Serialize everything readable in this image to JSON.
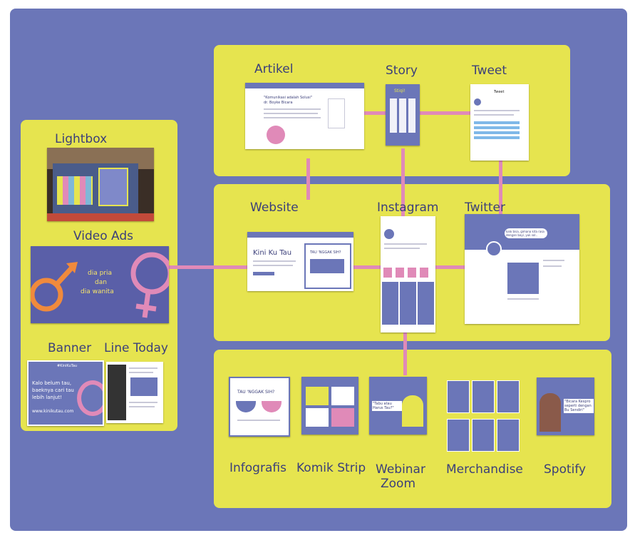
{
  "labels": {
    "artikel": "Artikel",
    "story": "Story",
    "tweet": "Tweet",
    "lightbox": "Lightbox",
    "video_ads": "Video Ads",
    "website": "Website",
    "instagram": "Instagram",
    "twitter": "Twitter",
    "banner": "Banner",
    "line_today": "Line Today",
    "infografis": "Infografis",
    "komik_strip": "Komik Strip",
    "webinar_zoom_1": "Webinar",
    "webinar_zoom_2": "Zoom",
    "merchandise": "Merchandise",
    "spotify": "Spotify"
  },
  "video_ads": {
    "line1": "dia pria",
    "line2": "dan",
    "line3": "dia wanita"
  },
  "banner": {
    "hashtag": "#KiniKuTau",
    "text1": "Kalo belum tau,",
    "text2": "baeknya cari tau",
    "text3": "lebih lanjut!",
    "url": "www.kinikutau.com"
  },
  "website": {
    "title": "Kini Ku Tau",
    "box": "TAU 'NGGAK SIH?"
  },
  "artikel": {
    "title1": "\"Komunikasi adalah Solusi\"",
    "title2": "dr. Boyke Bicara"
  },
  "story": {
    "title": "Stiqi!"
  },
  "tweet": {
    "header": "Tweet"
  },
  "twitter": {
    "bubble": "kalo bisa, gimana kita rasa dengan bayi, yuk sol.."
  },
  "infografis": {
    "title": "TAU 'NGGAK SIH?"
  },
  "webinar": {
    "quote": "\"Tabu atau Harus Tau?\""
  },
  "spotify": {
    "quote": "\"Bicara Kespro seperti dengan Bu Sendiri\""
  },
  "colors": {
    "background": "#6b76b8",
    "panel": "#e6e44f",
    "connector": "#e08ab8",
    "label": "#3b3f7a",
    "orange": "#f08a3c",
    "pink": "#e08ab8"
  }
}
